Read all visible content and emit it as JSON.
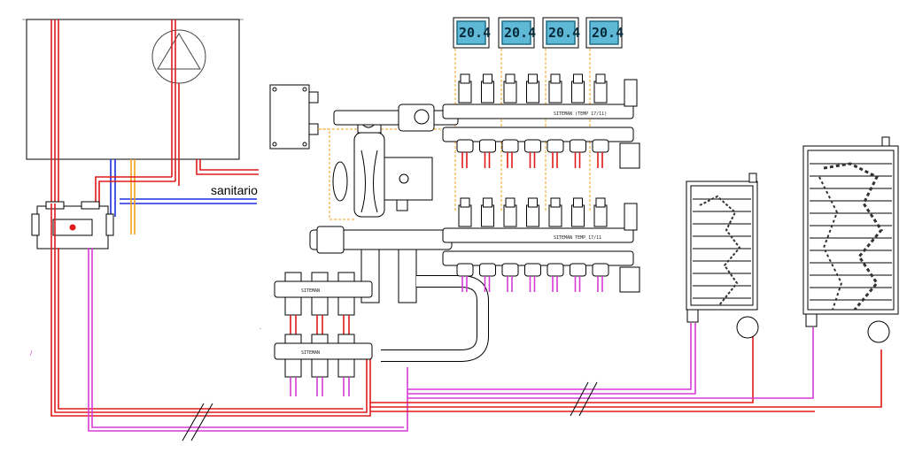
{
  "labels": {
    "sanitary_outlet": "sanitario"
  },
  "thermostats": [
    {
      "reading": "20.4"
    },
    {
      "reading": "20.4"
    },
    {
      "reading": "20.4"
    },
    {
      "reading": "20.4"
    }
  ],
  "manifold_tags": {
    "upper_manifold_top": "SITEMAN (TEMP 17/11)",
    "upper_manifold_bottom": "SITEMAN TEMP 17/11",
    "lower_manifold_top": "SITEMAN",
    "lower_manifold_bottom": "SITEMAN"
  },
  "colors": {
    "supply": "#e01a1a",
    "return": "#d63ad6",
    "cold_water": "#1a2ee0",
    "gas": "#f2a21a",
    "lines": "#000000",
    "thermostat_screen": "#5fb9d6",
    "thermostat_frame": "#1c6e86"
  },
  "components": {
    "boiler": "boiler-with-circulator",
    "hydraulic_separator": "hydraulic-separator",
    "mixing_group": "pump-mixing-group",
    "junction_box": "control-junction-box",
    "floor_manifolds": 2,
    "radiator_manifolds": 2,
    "towel_radiators": 2
  }
}
